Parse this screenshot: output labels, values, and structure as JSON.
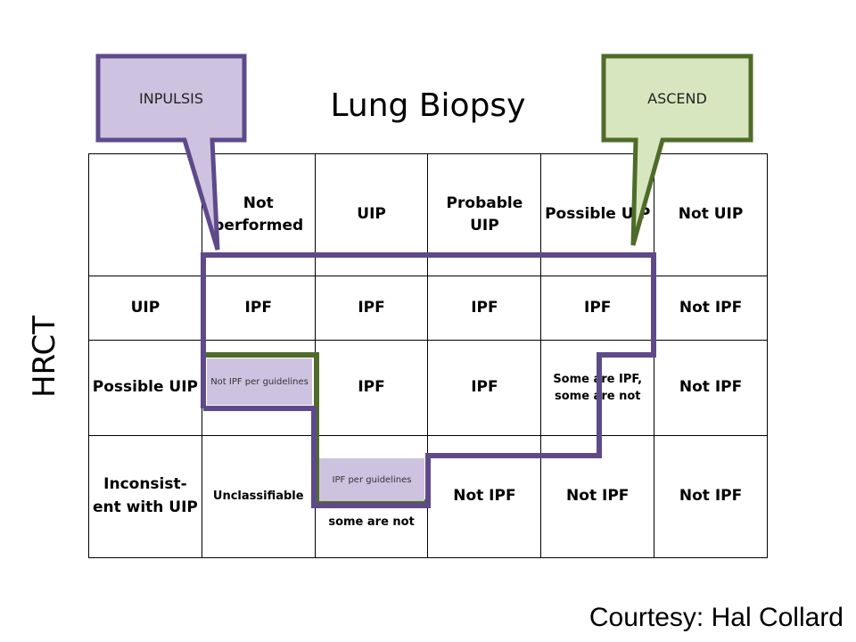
{
  "title": "Lung Biopsy",
  "axis_label": "HRCT",
  "courtesy": "Courtesy: Hal Collard",
  "callouts": {
    "left": {
      "label": "INPULSIS",
      "fill": "#cdc3e0",
      "stroke": "#5e4a8a"
    },
    "right": {
      "label": "ASCEND",
      "fill": "#d8e6bf",
      "stroke": "#4f6b2a"
    }
  },
  "table": {
    "header": [
      "",
      "Not performed",
      "UIP",
      "Probable UIP",
      "Possible UIP",
      "Not UIP"
    ],
    "rows": [
      {
        "label": "UIP",
        "cells": [
          "IPF",
          "IPF",
          "IPF",
          "IPF",
          "Not IPF"
        ]
      },
      {
        "label": "Possible UIP",
        "cells": [
          "",
          "IPF",
          "IPF",
          "Some are IPF, some are not",
          "Not IPF"
        ]
      },
      {
        "label": "Inconsist-ent with UIP",
        "cells": [
          "Unclassifiable",
          "some are not",
          "Not IPF",
          "Not IPF",
          "Not IPF"
        ]
      }
    ]
  },
  "annotations": {
    "not_ipf_per_guidelines": "Not IPF per guidelines",
    "ipf_per_guidelines": "IPF per guidelines"
  }
}
